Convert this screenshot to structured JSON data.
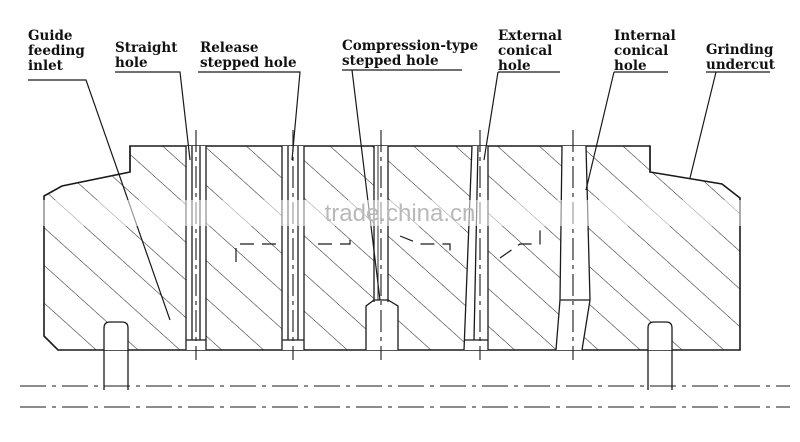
{
  "labels": {
    "guide_feeding_inlet": [
      "Guide",
      "feeding",
      "inlet"
    ],
    "straight_hole": [
      "Straight",
      "hole"
    ],
    "release_stepped_hole": [
      "Release",
      "stepped hole"
    ],
    "compression_type_stepped_hole": [
      "Compression-type",
      "stepped hole"
    ],
    "external_conical_hole": [
      "External",
      "conical",
      "hole"
    ],
    "internal_conical_hole": [
      "Internal",
      "conical",
      "hole"
    ],
    "grinding_undercut": [
      "Grinding",
      "undercut"
    ]
  },
  "watermark": "trade.china.cn",
  "colors": {
    "line": "#1a1a1a",
    "hatch": "#2a2a2a",
    "background": "#ffffff",
    "watermark": "#b9b9b9"
  }
}
